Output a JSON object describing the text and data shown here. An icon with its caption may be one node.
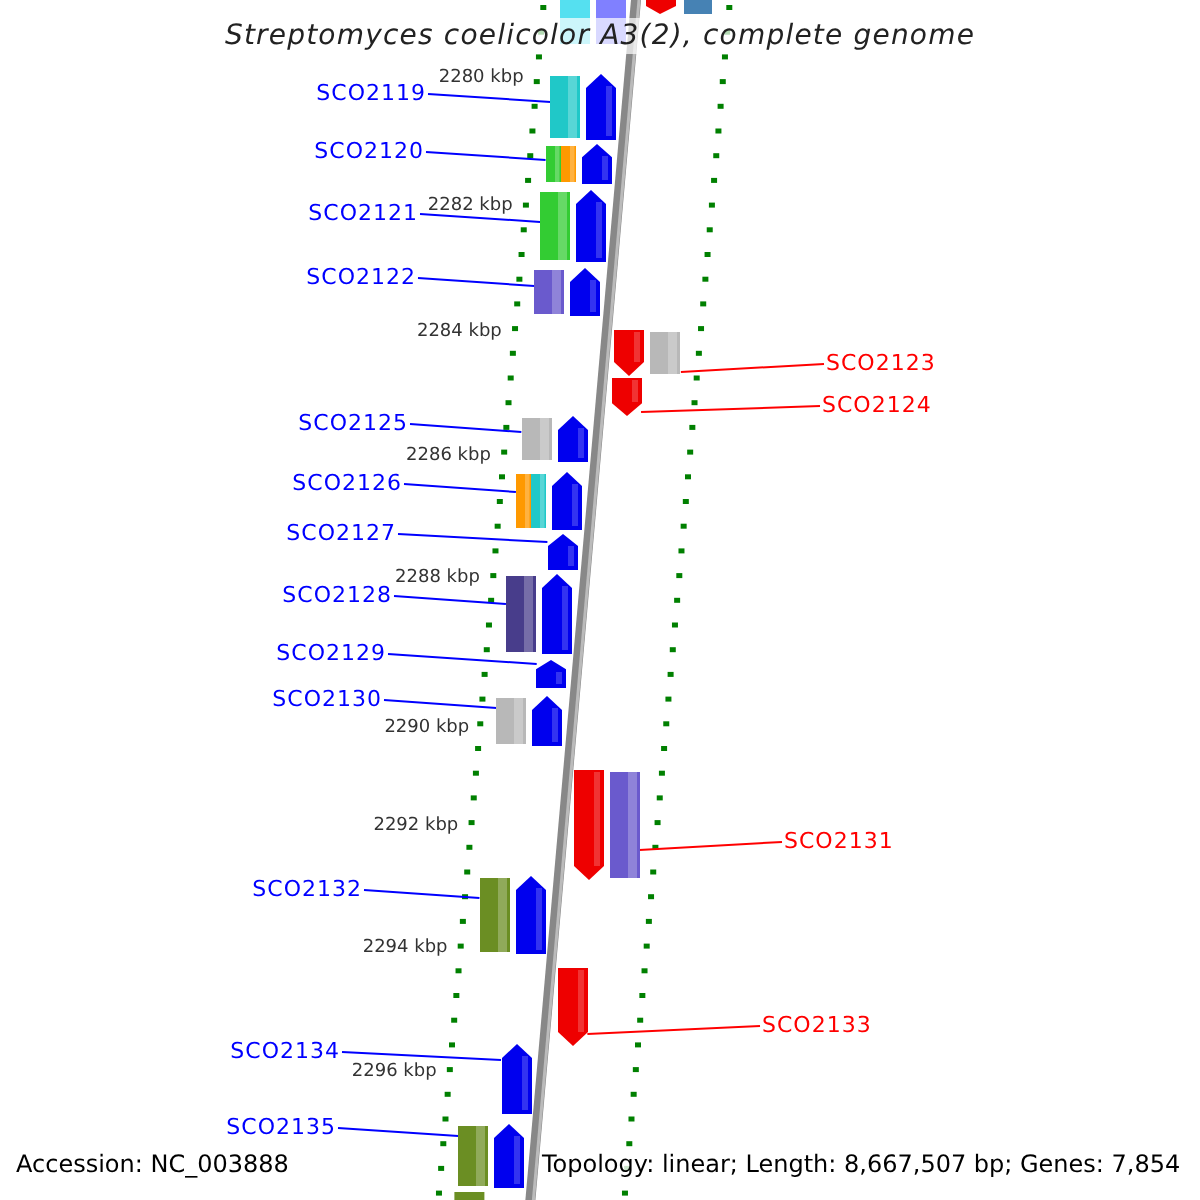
{
  "diagram": {
    "title": "Streptomyces coelicolor A3(2), complete genome",
    "nodes": [
      {
        "text": [
          "SCO2119"
        ]
      },
      {
        "text": [],
        "shape": "arrow"
      },
      {
        "text": [
          "SCO2120"
        ]
      },
      {
        "text": [],
        "shape": "arrow"
      },
      {
        "text": [
          "SCO2121"
        ]
      },
      {
        "text": [],
        "shape": "arrow"
      },
      {
        "text": [
          "SCO2122"
        ]
      },
      {
        "text": [],
        "shape": "arrow"
      },
      {
        "text": [
          "SCO2123"
        ]
      },
      {
        "text": [],
        "shape": "arrow"
      },
      {
        "text": [
          "SCO2124"
        ]
      },
      {
        "text": [],
        "shape": "arrow"
      },
      {
        "text": [
          "SCO2125"
        ]
      },
      {
        "text": [],
        "shape": "arrow"
      },
      {
        "text": [
          "SCO2126"
        ]
      },
      {
        "text": [],
        "shape": "arrow"
      },
      {
        "text": [
          "SCO2127"
        ]
      },
      {
        "text": [],
        "shape": "arrow"
      },
      {
        "text": [
          "SCO2128"
        ]
      },
      {
        "text": [],
        "shape": "arrow"
      },
      {
        "text": [
          "SCO2129"
        ]
      },
      {
        "text": [],
        "shape": "arrow"
      },
      {
        "text": [
          "SCO2130"
        ]
      },
      {
        "text": [],
        "shape": "arrow"
      },
      {
        "text": [
          "SCO2131"
        ]
      },
      {
        "text": [],
        "shape": "arrow"
      },
      {
        "text": [
          "SCO2132"
        ]
      },
      {
        "text": [],
        "shape": "arrow"
      },
      {
        "text": [
          "SCO2133"
        ]
      },
      {
        "text": [],
        "shape": "arrow"
      },
      {
        "text": [
          "SCO2134"
        ]
      },
      {
        "text": [],
        "shape": "arrow"
      },
      {
        "text": [
          "SCO2135"
        ]
      },
      {
        "text": [],
        "shape": "arrow"
      }
    ],
    "edges": [
      {
        "from": 0,
        "to": 1,
        "arrow": "none"
      },
      {
        "from": 2,
        "to": 3,
        "arrow": "none"
      },
      {
        "from": 4,
        "to": 5,
        "arrow": "none"
      },
      {
        "from": 6,
        "to": 7,
        "arrow": "none"
      },
      {
        "from": 8,
        "to": 9,
        "arrow": "none",
        "color": "#ff0000"
      },
      {
        "from": 10,
        "to": 11,
        "arrow": "none",
        "color": "#ff0000"
      },
      {
        "from": 12,
        "to": 13,
        "arrow": "none"
      },
      {
        "from": 14,
        "to": 15,
        "arrow": "none"
      },
      {
        "from": 16,
        "to": 17,
        "arrow": "none"
      },
      {
        "from": 18,
        "to": 19,
        "arrow": "none"
      },
      {
        "from": 20,
        "to": 21,
        "arrow": "none"
      },
      {
        "from": 22,
        "to": 23,
        "arrow": "none"
      },
      {
        "from": 24,
        "to": 25,
        "arrow": "none",
        "color": "#ff0000"
      },
      {
        "from": 26,
        "to": 27,
        "arrow": "none"
      },
      {
        "from": 28,
        "to": 29,
        "arrow": "none",
        "color": "#ff0000"
      },
      {
        "from": 30,
        "to": 31,
        "arrow": "none"
      },
      {
        "from": 32,
        "to": 33,
        "arrow": "none"
      }
    ],
    "labels": [
      "2280 kbp",
      "2282 kbp",
      "2284 kbp",
      "2286 kbp",
      "2288 kbp",
      "2290 kbp",
      "2292 kbp",
      "2294 kbp",
      "2296 kbp",
      "Accession: NC_003888",
      "Topology: linear; Length: 8,667,507 bp; Genes: 7,854"
    ]
  }
}
